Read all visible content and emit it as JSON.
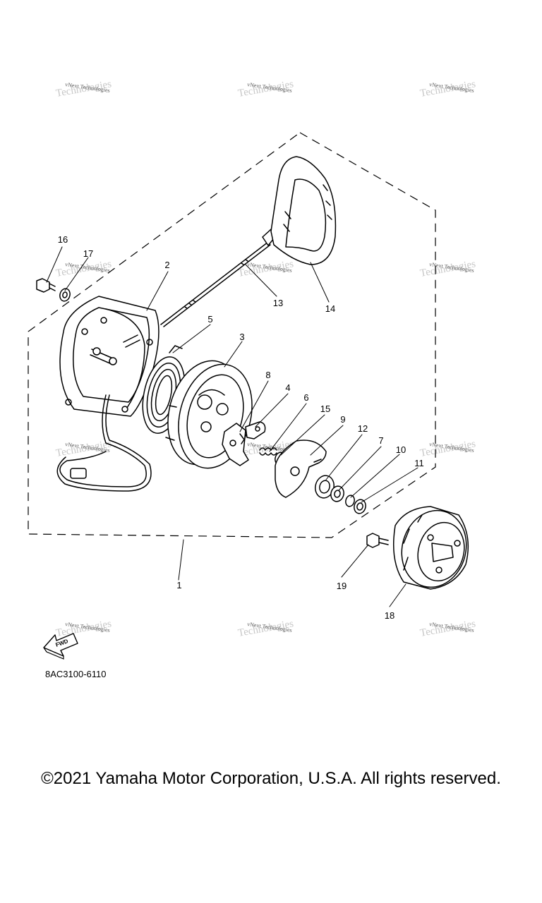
{
  "watermark": {
    "text": "vNext Technologies",
    "ghost_text": "Technologies"
  },
  "callouts": [
    "1",
    "2",
    "3",
    "4",
    "5",
    "6",
    "7",
    "8",
    "9",
    "10",
    "11",
    "12",
    "13",
    "14",
    "15",
    "16",
    "17",
    "18",
    "19"
  ],
  "fwd_label": "FWD",
  "diagram_code": "8AC3100-6110",
  "copyright": "©2021 Yamaha Motor Corporation, U.S.A. All rights reserved."
}
